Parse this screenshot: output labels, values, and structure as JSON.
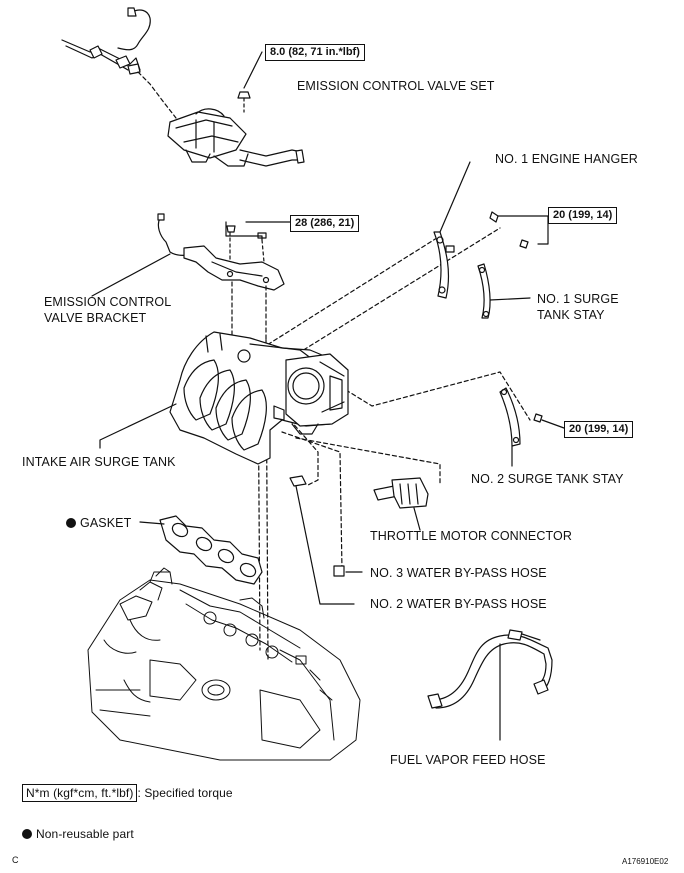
{
  "torque_values": {
    "emission_valve": "8.0 (82, 71 in.*lbf)",
    "bracket": "28 (286, 21)",
    "hanger": "20 (199, 14)",
    "surge_stay_2": "20 (199, 14)"
  },
  "labels": {
    "emission_control_valve_set": "EMISSION CONTROL VALVE SET",
    "no1_engine_hanger": "NO. 1 ENGINE HANGER",
    "emission_control_valve_bracket_line1": "EMISSION CONTROL",
    "emission_control_valve_bracket_line2": "VALVE BRACKET",
    "no1_surge_tank_stay_line1": "NO. 1 SURGE",
    "no1_surge_tank_stay_line2": "TANK STAY",
    "intake_air_surge_tank": "INTAKE AIR SURGE TANK",
    "no2_surge_tank_stay": "NO. 2 SURGE TANK STAY",
    "gasket": "GASKET",
    "throttle_motor_connector": "THROTTLE MOTOR CONNECTOR",
    "no3_water_bypass_hose": "NO. 3 WATER BY-PASS HOSE",
    "no2_water_bypass_hose": "NO. 2 WATER BY-PASS HOSE",
    "fuel_vapor_feed_hose": "FUEL VAPOR FEED HOSE"
  },
  "legend": {
    "torque_unit": "N*m (kgf*cm, ft.*lbf)",
    "torque_text": ": Specified torque",
    "non_reusable": "Non-reusable part"
  },
  "footer": {
    "left_code": "C",
    "figure_id": "A176910E02"
  }
}
